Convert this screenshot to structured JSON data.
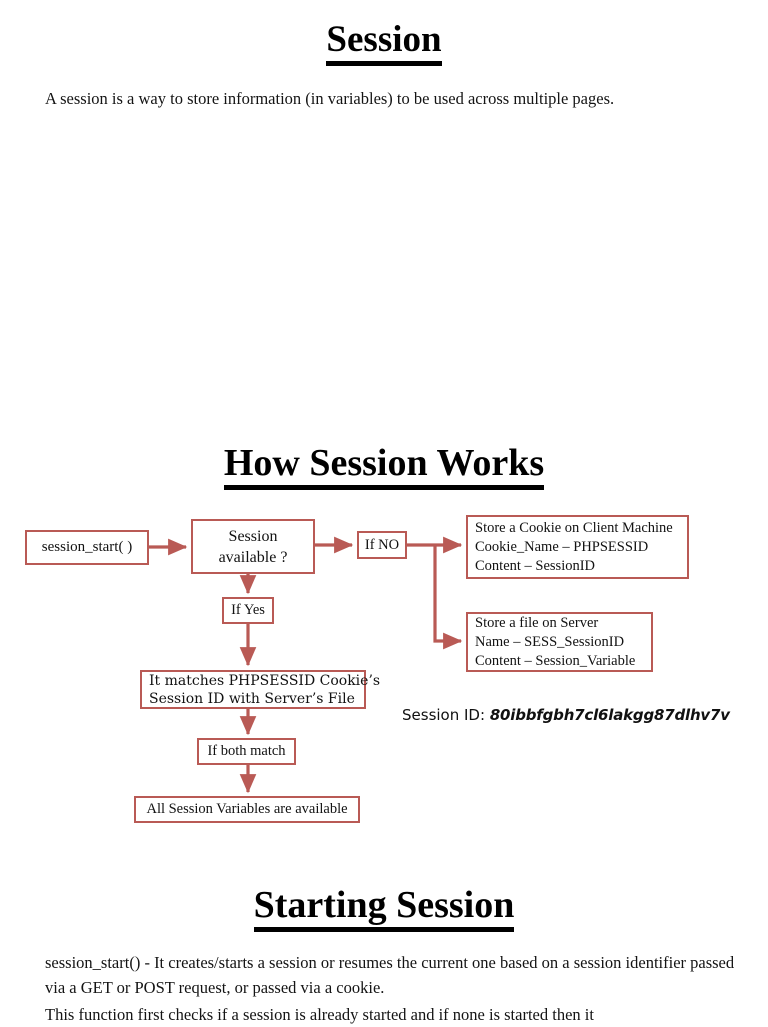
{
  "document": {
    "title": "Session",
    "headings": {
      "session": "Session",
      "how_session_works": "How Session Works",
      "starting_session": "Starting Session"
    },
    "paragraphs": {
      "intro": "A session is a way to store information (in variables) to be used across multiple pages.",
      "starting_1": "session_start() - It creates/starts a session or resumes the current one based on a session identifier passed via a GET or POST request, or passed via a cookie.",
      "starting_2": "This function first checks if a session is already started and if none is started then it"
    }
  },
  "flowchart": {
    "accent_color": "#b95a55",
    "text_color": "#121212",
    "nodes": {
      "session_start": {
        "label": "session_start( )"
      },
      "session_available": {
        "line1": "Session",
        "line2": "available ?"
      },
      "if_no": {
        "label": "If NO"
      },
      "if_yes": {
        "label": "If Yes"
      },
      "store_cookie": {
        "line1": "Store a Cookie on Client Machine",
        "line2": "Cookie_Name – PHPSESSID",
        "line3": "Content – SessionID"
      },
      "store_file": {
        "line1": "Store a file on Server",
        "line2": "Name – SESS_SessionID",
        "line3": "Content – Session_Variable"
      },
      "matches_cookie": {
        "line1": "It matches PHPSESSID Cookie’s",
        "line2": "Session ID with Server’s File"
      },
      "if_both_match": {
        "label": "If both match"
      },
      "all_vars": {
        "label": "All Session Variables are available"
      }
    }
  },
  "session_id": {
    "label": "Session ID:",
    "value": "80ibbfgbh7cl6lakgg87dlhv7v"
  }
}
